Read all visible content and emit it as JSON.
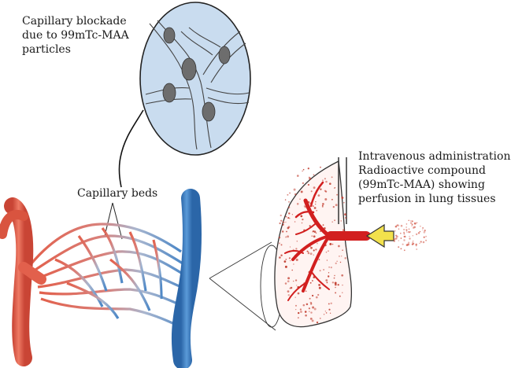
{
  "labels": {
    "capillary_blockade": [
      "Capillary blockade",
      "due to 99mTc-MAA",
      "particles"
    ],
    "capillary_beds": "Capillary beds",
    "intravenous": [
      "Intravenous administration",
      "Radioactive compound",
      "(99mTc-MAA) showing",
      "perfusion in lung tissues"
    ]
  },
  "colors": {
    "artery": "#e2604c",
    "vein": "#3a7fc4",
    "inset_fill": "#c9dcef",
    "lung_dots": "#c0392b",
    "trachea": "#d21f1f",
    "arrow": "#f2e14c"
  },
  "icons": {
    "arrow": "yellow-arrow-icon"
  }
}
